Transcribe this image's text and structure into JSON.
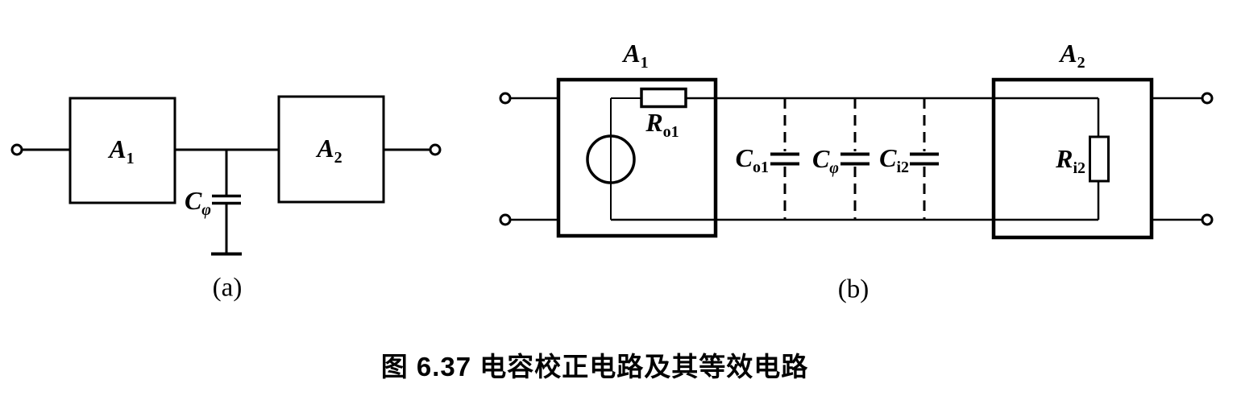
{
  "figure": {
    "caption": "图 6.37  电容校正电路及其等效电路",
    "colors": {
      "line": "#000000",
      "background": "#ffffff"
    },
    "sub_a": {
      "label": "(a)",
      "block_a1": {
        "main": "A",
        "sub": "1"
      },
      "block_a2": {
        "main": "A",
        "sub": "2"
      },
      "cap_cphi": {
        "main": "C",
        "sub": "φ"
      }
    },
    "sub_b": {
      "label": "(b)",
      "block_a1": {
        "main": "A",
        "sub": "1"
      },
      "block_a2": {
        "main": "A",
        "sub": "2"
      },
      "res_ro1": {
        "main": "R",
        "sub": "o1"
      },
      "cap_co1": {
        "main": "C",
        "sub": "o1"
      },
      "cap_cphi": {
        "main": "C",
        "sub": "φ"
      },
      "cap_ci2": {
        "main": "C",
        "sub": "i2"
      },
      "res_ri2": {
        "main": "R",
        "sub": "i2"
      }
    }
  }
}
